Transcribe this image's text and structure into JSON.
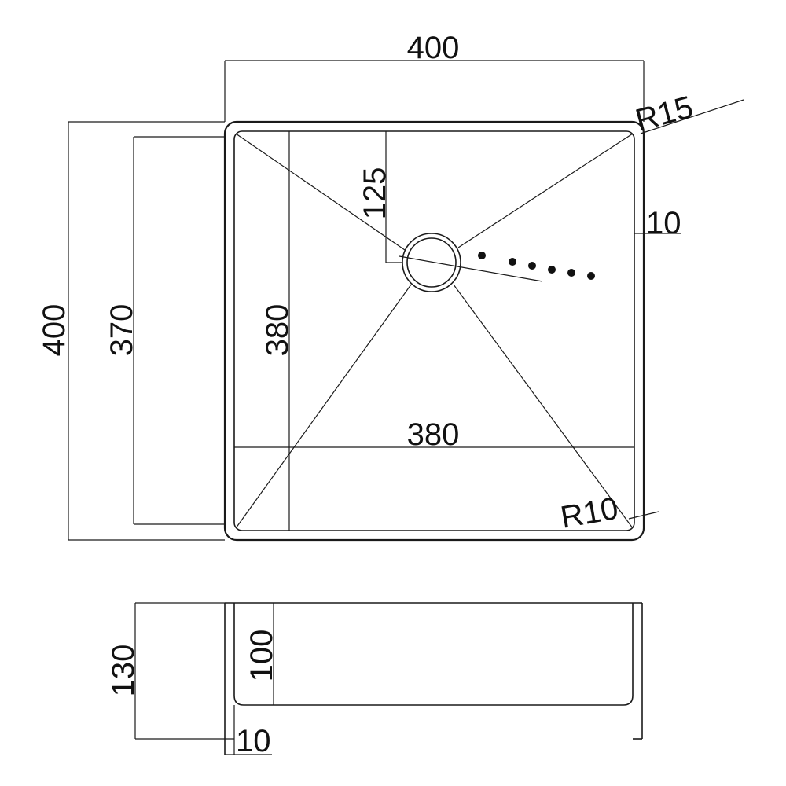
{
  "dimensions": {
    "top_width": "400",
    "left_height": "400",
    "inner_height_370": "370",
    "bowl_height_380": "380",
    "bowl_width_380": "380",
    "drain_offset": "125",
    "corner_radius_outer": "R15",
    "corner_radius_inner": "R10",
    "rim_width": "10",
    "side_total_height": "130",
    "side_bowl_depth": "100",
    "side_rim_thickness": "10"
  }
}
